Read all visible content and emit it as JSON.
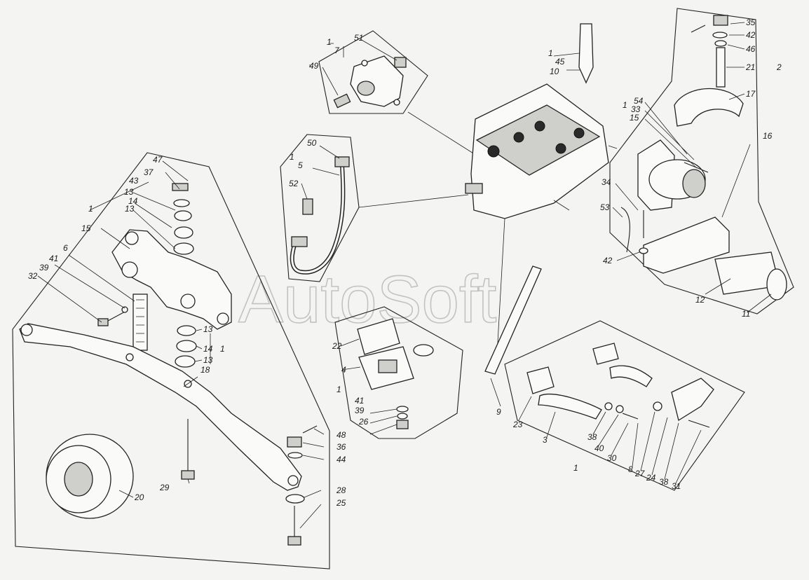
{
  "watermark": "AutoSoft",
  "labels": {
    "l47": "47",
    "l37": "37",
    "l43": "43",
    "l13a": "13",
    "l13b": "13",
    "l14a": "14",
    "l1a": "1",
    "l15a": "15",
    "l6": "6",
    "l41a": "41",
    "l39a": "39",
    "l32": "32",
    "l13c": "13",
    "l14b": "14",
    "l13d": "13",
    "l1b": "1",
    "l18": "18",
    "l48": "48",
    "l36": "36",
    "l44": "44",
    "l28": "28",
    "l25": "25",
    "l29": "29",
    "l20": "20",
    "l1c": "1",
    "l7": "7",
    "l51": "51",
    "l49": "49",
    "l50": "50",
    "l1d": "1",
    "l5": "5",
    "l52": "52",
    "l1e": "1",
    "l45": "45",
    "l10": "10",
    "l22": "22",
    "l4": "4",
    "l1f": "1",
    "l41b": "41",
    "l39b": "39",
    "l26": "26",
    "l9": "9",
    "l23": "23",
    "l3": "3",
    "l1g": "1",
    "l38a": "38",
    "l40": "40",
    "l30": "30",
    "l8": "8",
    "l27": "27",
    "l24": "24",
    "l38b": "38",
    "l31": "31",
    "l35": "35",
    "l42a": "42",
    "l46": "46",
    "l21": "21",
    "l2": "2",
    "l17": "17",
    "l1h": "1",
    "l54": "54",
    "l33": "33",
    "l15b": "15",
    "l16": "16",
    "l34": "34",
    "l53": "53",
    "l42b": "42",
    "l12": "12",
    "l11": "11"
  }
}
